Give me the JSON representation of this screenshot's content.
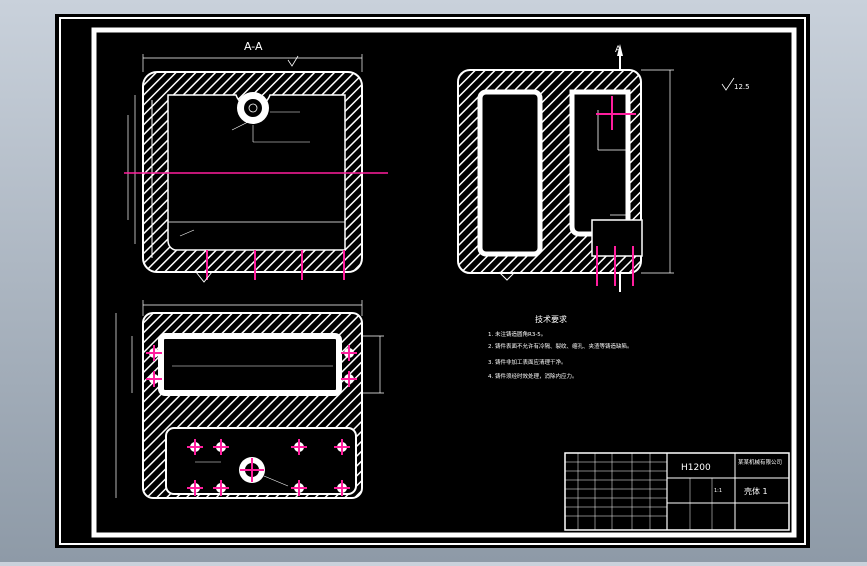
{
  "drawing": {
    "colors": {
      "background": "#000000",
      "line": "#ffffff",
      "center_line": "#ff1e9e",
      "viewport_bg": "#aab4c0"
    },
    "section_label": "A-A",
    "view_marker": "A",
    "surface_roughness": "12.5",
    "notes_title": "技术要求",
    "notes": [
      "1. 未注铸造圆角R3-5。",
      "2. 铸件表面不允许有冷隔、裂纹、缩孔、夹渣等铸造缺陷。",
      "3. 铸件非加工表面应清理干净。",
      "4. 铸件须经时效处理，消除内应力。"
    ],
    "title_block": {
      "part_code": "H1200",
      "part_name": "壳体 1",
      "company": "某某机械有限公司",
      "scale": "1:1"
    }
  }
}
